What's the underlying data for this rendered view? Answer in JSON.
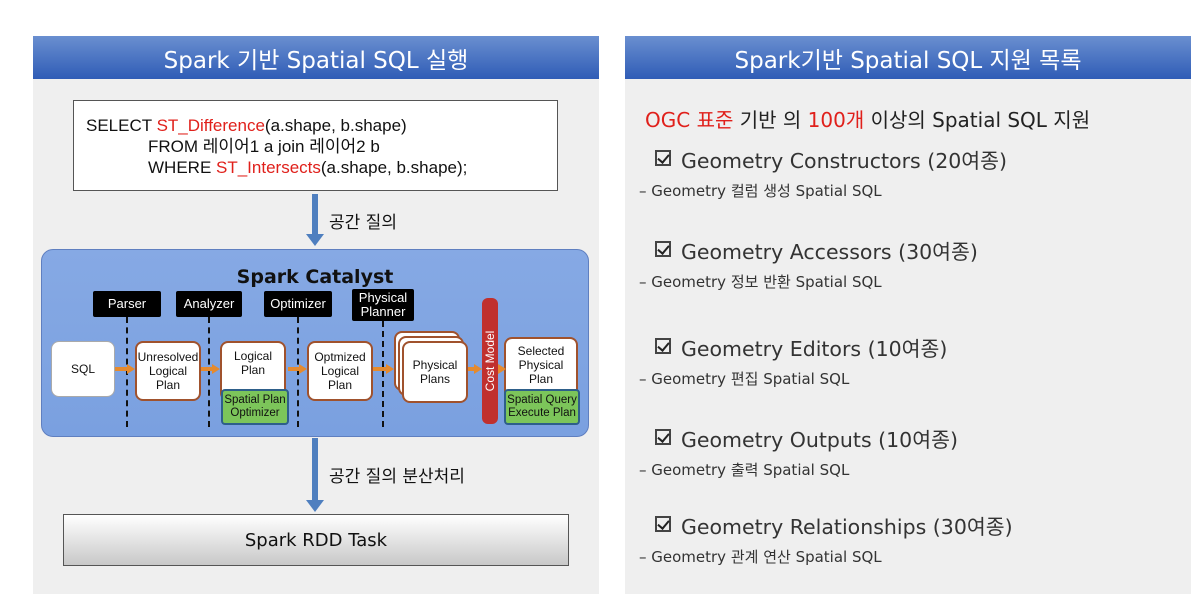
{
  "left": {
    "title": "Spark 기반 Spatial SQL 실행",
    "query": {
      "line1_prefix": "SELECT ",
      "line1_fn": "ST_Difference",
      "line1_suffix": "(a.shape, b.shape)",
      "line2": "FROM 레이어1 a join 레이어2 b",
      "line3_prefix": "WHERE ",
      "line3_fn": "ST_Intersects",
      "line3_suffix": "(a.shape, b.shape);"
    },
    "arrow1_label": "공간 질의",
    "catalyst": {
      "title": "Spark Catalyst",
      "stages": [
        "Parser",
        "Analyzer",
        "Optimizer",
        "Physical Planner"
      ],
      "nodes": {
        "sql": "SQL",
        "unresolved": "Unresolved Logical Plan",
        "logical": "Logical Plan",
        "optimized": "Optmized Logical Plan",
        "physical": "Physical Plans",
        "selected": "Selected Physical Plan"
      },
      "spatial_optimizer": "Spatial Plan Optimizer",
      "spatial_execute": "Spatial Query Execute Plan",
      "cost_model": "Cost Model"
    },
    "arrow2_label": "공간 질의 분산처리",
    "rdd_task": "Spark RDD Task"
  },
  "right": {
    "title": "Spark기반 Spatial SQL 지원 목록",
    "intro": {
      "part1": "OGC 표준",
      "part2": " 기반 의 ",
      "part3": "100개",
      "part4": " 이상의 Spatial SQL 지원"
    },
    "items": [
      {
        "heading": "Geometry Constructors (20여종)",
        "sub": "– Geometry 컬럼 생성 Spatial SQL"
      },
      {
        "heading": "Geometry Accessors (30여종)",
        "sub": "– Geometry 정보 반환 Spatial SQL"
      },
      {
        "heading": "Geometry Editors (10여종)",
        "sub": "– Geometry 편집 Spatial SQL"
      },
      {
        "heading": "Geometry Outputs (10여종)",
        "sub": "– Geometry 출력 Spatial SQL"
      },
      {
        "heading": "Geometry Relationships (30여종)",
        "sub": "– Geometry 관계 연산 Spatial SQL"
      }
    ],
    "colors": {
      "accent": "#e0201b",
      "header": "#2f5cb6"
    }
  }
}
